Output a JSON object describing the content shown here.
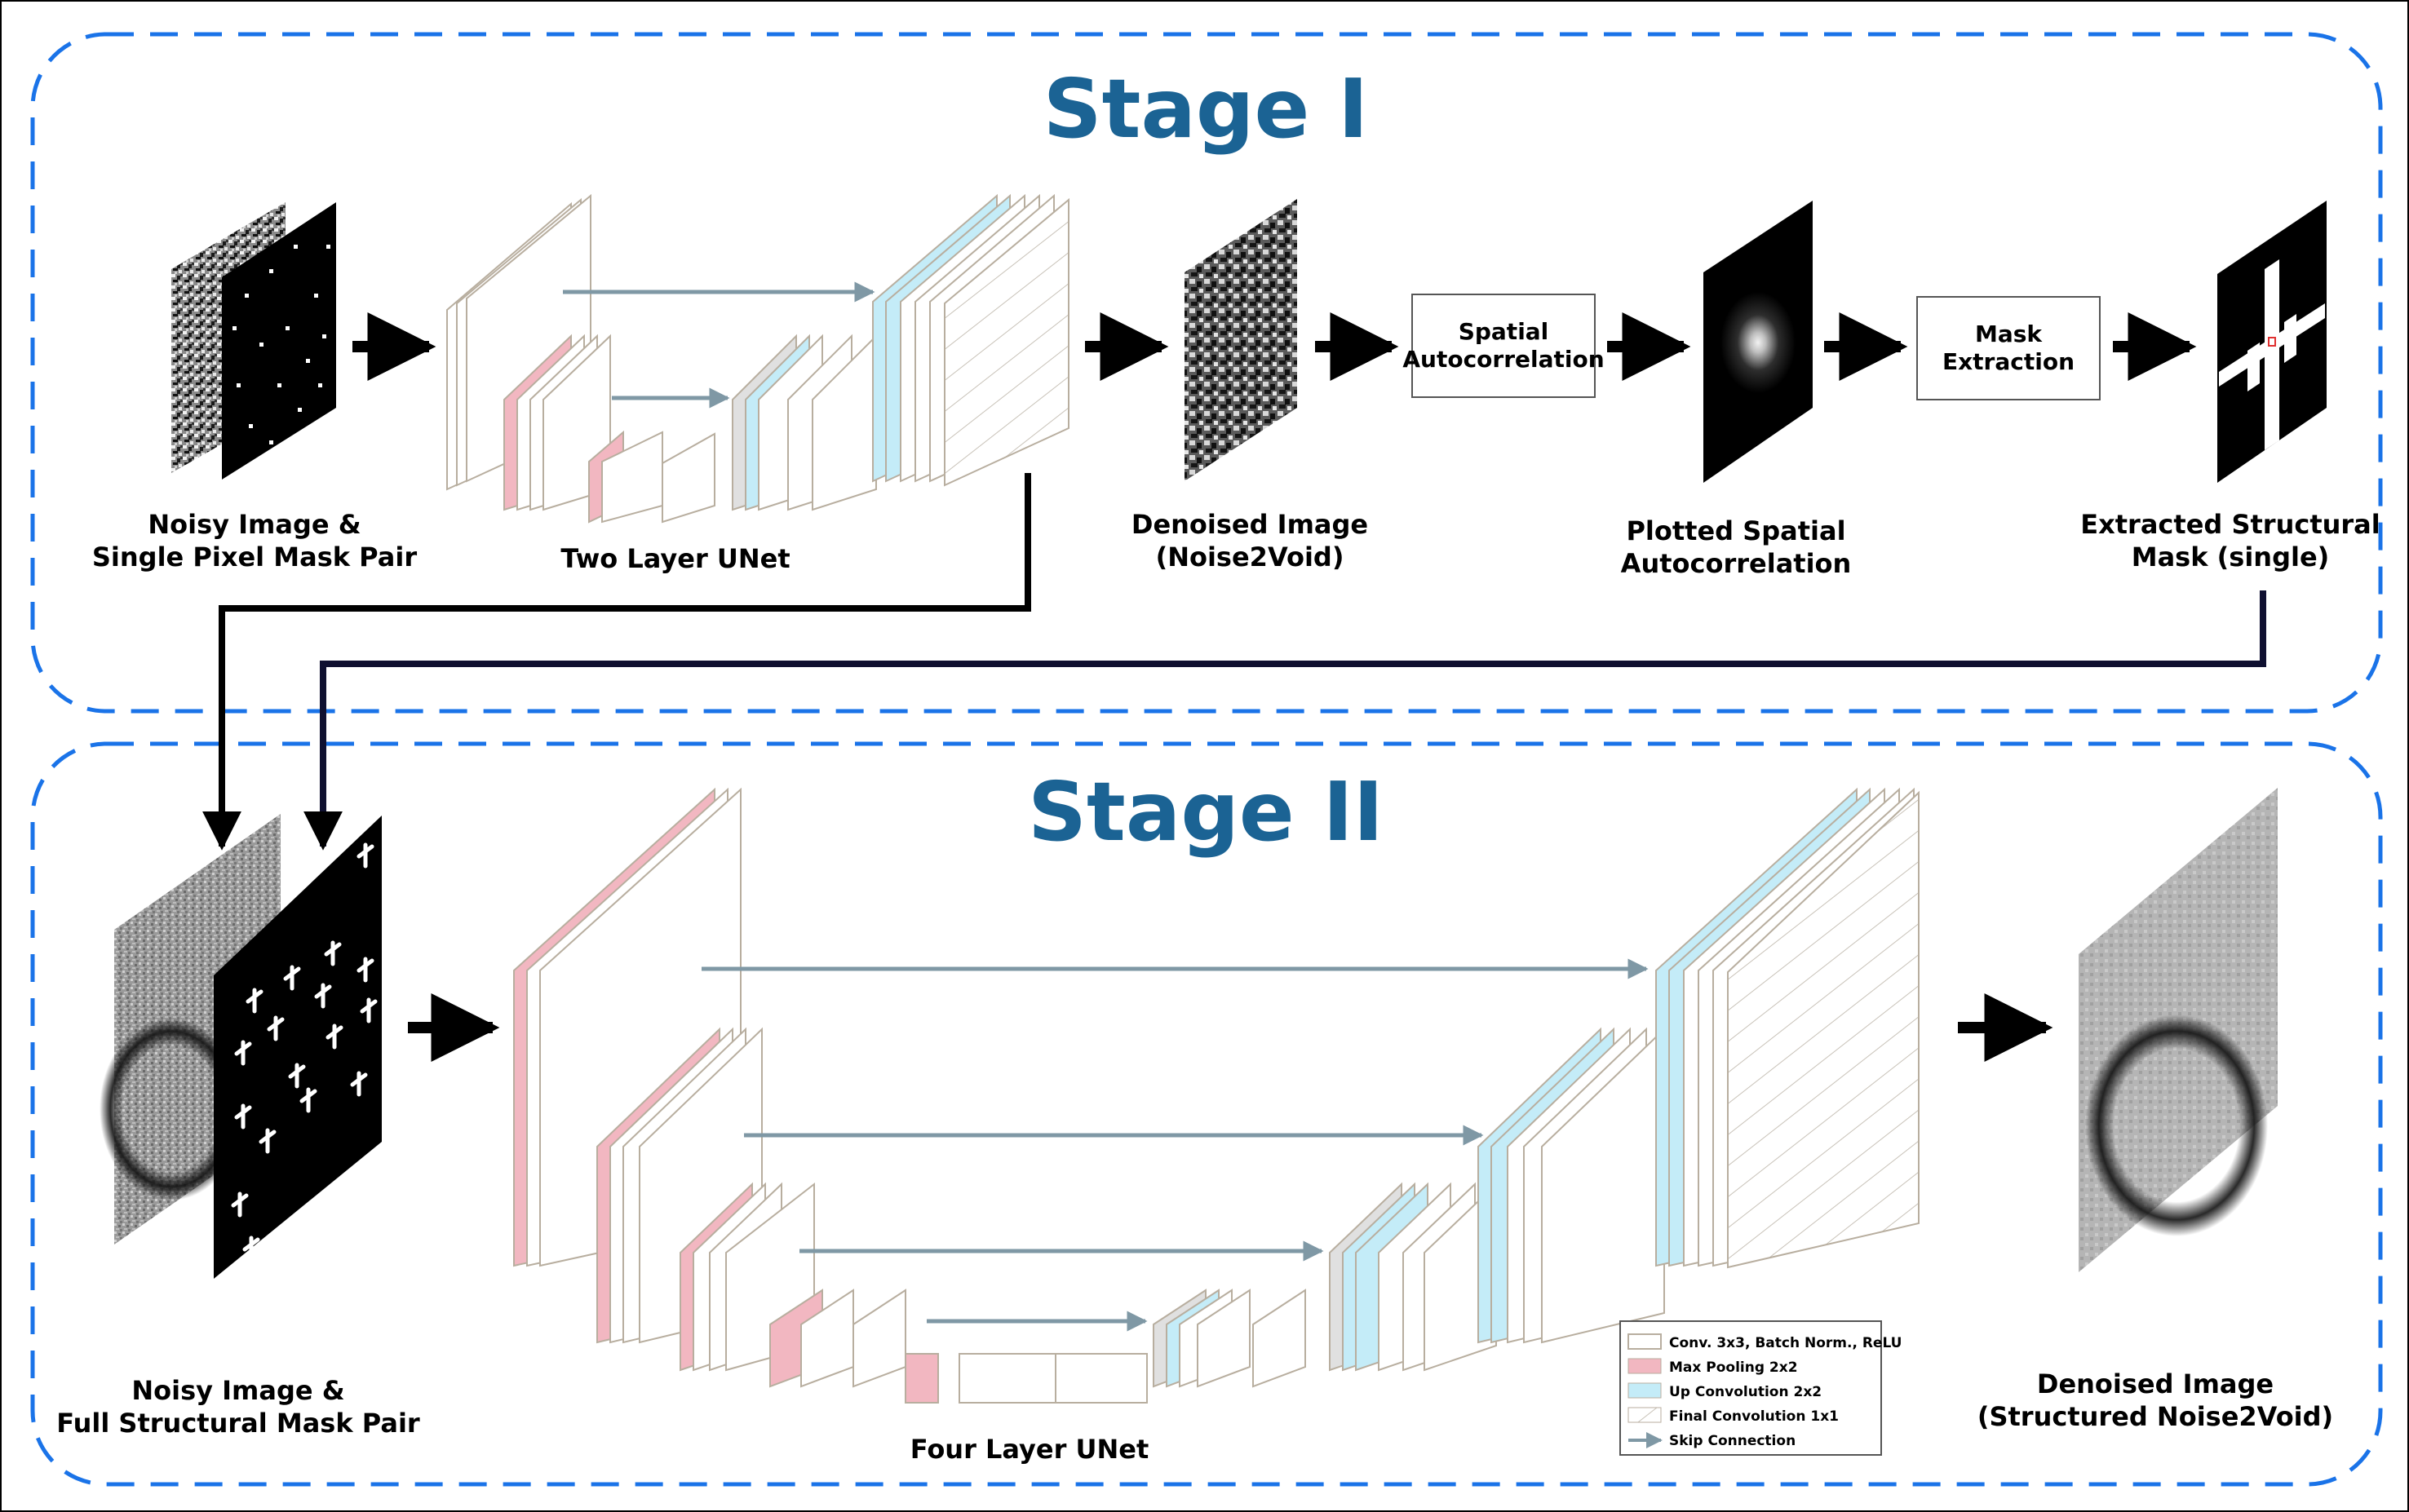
{
  "stage1": {
    "title": "Stage I",
    "input_label": [
      "Noisy Image &",
      "Single Pixel Mask Pair"
    ],
    "unet_label": "Two Layer UNet",
    "denoised_label": [
      "Denoised Image",
      "(Noise2Void)"
    ],
    "autocorr_box": [
      "Spatial",
      "Autocorrelation"
    ],
    "plotted_label": [
      "Plotted Spatial",
      "Autocorrelation"
    ],
    "mask_box": [
      "Mask",
      "Extraction"
    ],
    "extracted_label": [
      "Extracted Structural",
      "Mask (single)"
    ]
  },
  "stage2": {
    "title": "Stage II",
    "input_label": [
      "Noisy Image &",
      "Full Structural Mask Pair"
    ],
    "unet_label": "Four Layer UNet",
    "output_label": [
      "Denoised Image",
      "(Structured Noise2Void)"
    ]
  },
  "legend": [
    {
      "swatch": "conv",
      "label": "Conv. 3x3, Batch Norm., ReLU"
    },
    {
      "swatch": "pool",
      "label": "Max Pooling 2x2"
    },
    {
      "swatch": "upconv",
      "label": "Up Convolution 2x2"
    },
    {
      "swatch": "final",
      "label": "Final Convolution 1x1"
    },
    {
      "swatch": "skip",
      "label": "Skip Connection"
    }
  ],
  "colors": {
    "stage_border": "#1a73e8",
    "title": "#1b6394",
    "pool": "#f2b7c1",
    "upconv": "#c4ecf8",
    "conv": "#ffffff",
    "skip_arrow": "#7f98a5",
    "concat": "#e0e0e0"
  }
}
